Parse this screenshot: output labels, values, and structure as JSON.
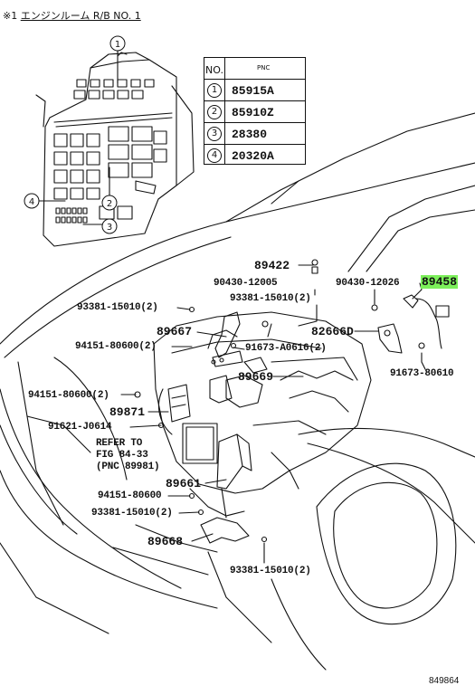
{
  "header": {
    "marker": "※1",
    "title": "エンジンルーム R/B NO. 1"
  },
  "table": {
    "col_no": "NO.",
    "col_pnc": "PNC",
    "rows": [
      {
        "no": "1",
        "pnc": "85915A"
      },
      {
        "no": "2",
        "pnc": "85910Z"
      },
      {
        "no": "3",
        "pnc": "28380"
      },
      {
        "no": "4",
        "pnc": "20320A"
      }
    ]
  },
  "callouts": {
    "c1": "1",
    "c2": "2",
    "c3": "3",
    "c4": "4"
  },
  "labels": {
    "p89422": "89422",
    "p89458": "89458",
    "p90430_12026": "90430-12026",
    "p90430_12005": "90430-12005",
    "p93381_15010_a": "93381-15010(2)",
    "p93381_15010_b": "93381-15010(2)",
    "p89667": "89667",
    "p82666d": "82666D",
    "p94151_80600_a": "94151-80600(2)",
    "p91673_a0616": "91673-A0616(2)",
    "p89669": "89669",
    "p91673_80610": "91673-80610",
    "p94151_80600_b": "94151-80600(2)",
    "p89871": "89871",
    "p91621_j0614": "91621-J0614",
    "refer_1": "REFER TO",
    "refer_2": "FIG 84-33",
    "refer_3": "(PNC 89981)",
    "p89661": "89661",
    "p94151_80600_c": "94151-80600",
    "p93381_15010_c": "93381-15010(2)",
    "p89668": "89668",
    "p93381_15010_d": "93381-15010(2)"
  },
  "footer": {
    "code": "849864"
  },
  "colors": {
    "ink": "#111111",
    "highlight": "#7cf05a"
  }
}
